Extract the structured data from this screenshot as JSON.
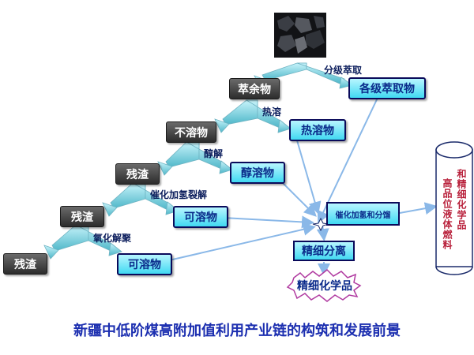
{
  "nodes": {
    "residue_extract": "萃余物",
    "insoluble": "不溶物",
    "residue_1": "残渣",
    "residue_2": "残渣",
    "residue_3": "残渣",
    "graded_extract": "各级萃取物",
    "thermal_soluble": "热溶物",
    "alcohol_soluble": "醇溶物",
    "soluble_1": "可溶物",
    "soluble_2": "可溶物",
    "fine_separation": "精细分离",
    "fine_chemicals": "精细化学品"
  },
  "processes": {
    "graded_extraction": "分级萃取",
    "thermal_dissolution": "热溶",
    "alcoholysis": "醇解",
    "catalytic_hydrocracking": "催化加氢裂解",
    "oxidative_depolymerization": "氧化解聚",
    "catalytic_hydro_separation": "催化加氢和分馏"
  },
  "products": {
    "col_left": "高品位液体燃料",
    "col_right": "和精细化学品"
  },
  "title": "新疆中低阶煤高附加值利用产业链的构筑和发展前景"
}
